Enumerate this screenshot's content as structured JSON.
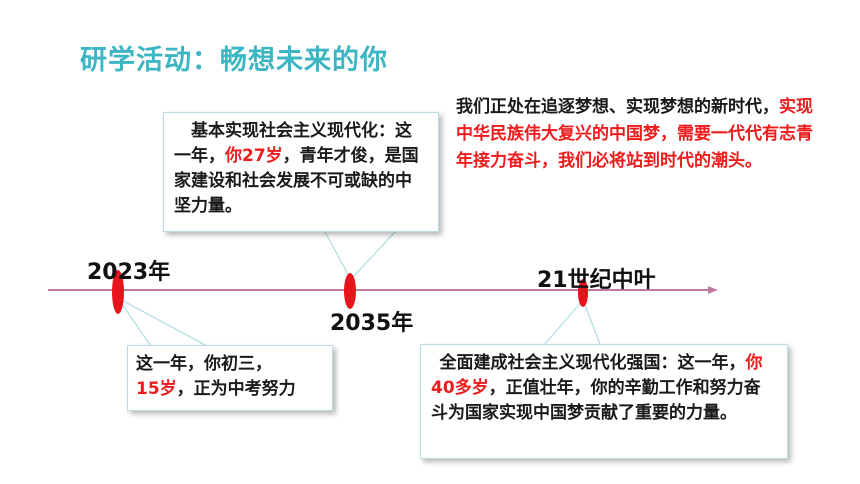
{
  "slide": {
    "title": "研学活动：畅想未来的你",
    "quote": {
      "before": "我们正处在追逐梦想、实现梦想的新时代，",
      "highlight": "实现中华民族伟大复兴的中国梦，需要一代代有志青年接力奋斗，我们必将站到时代的潮头。"
    },
    "timeline": {
      "year_2023": "2023年",
      "year_2035": "2035年",
      "year_mid": "21世纪中叶"
    },
    "box_2035": {
      "part1": "基本实现社会主义现代化：这一年，",
      "highlight": "你27岁",
      "part2": "，青年才俊，是国家建设和社会发展不可或缺的中坚力量。"
    },
    "box_2023": {
      "part1": "这一年，你初三，",
      "highlight": "15岁",
      "part2": "，正为中考努力"
    },
    "box_mid": {
      "part1": "全面建成社会主义现代化强国：这一年，",
      "highlight": "你40多岁",
      "part2": "，正值壮年，你的辛勤工作和努力奋斗为国家实现中国梦贡献了重要的力量。"
    },
    "colors": {
      "title": "#3cb6c2",
      "highlight": "#ee1c1c",
      "timeline": "#c47aa0",
      "marker": "#e8141c"
    }
  }
}
